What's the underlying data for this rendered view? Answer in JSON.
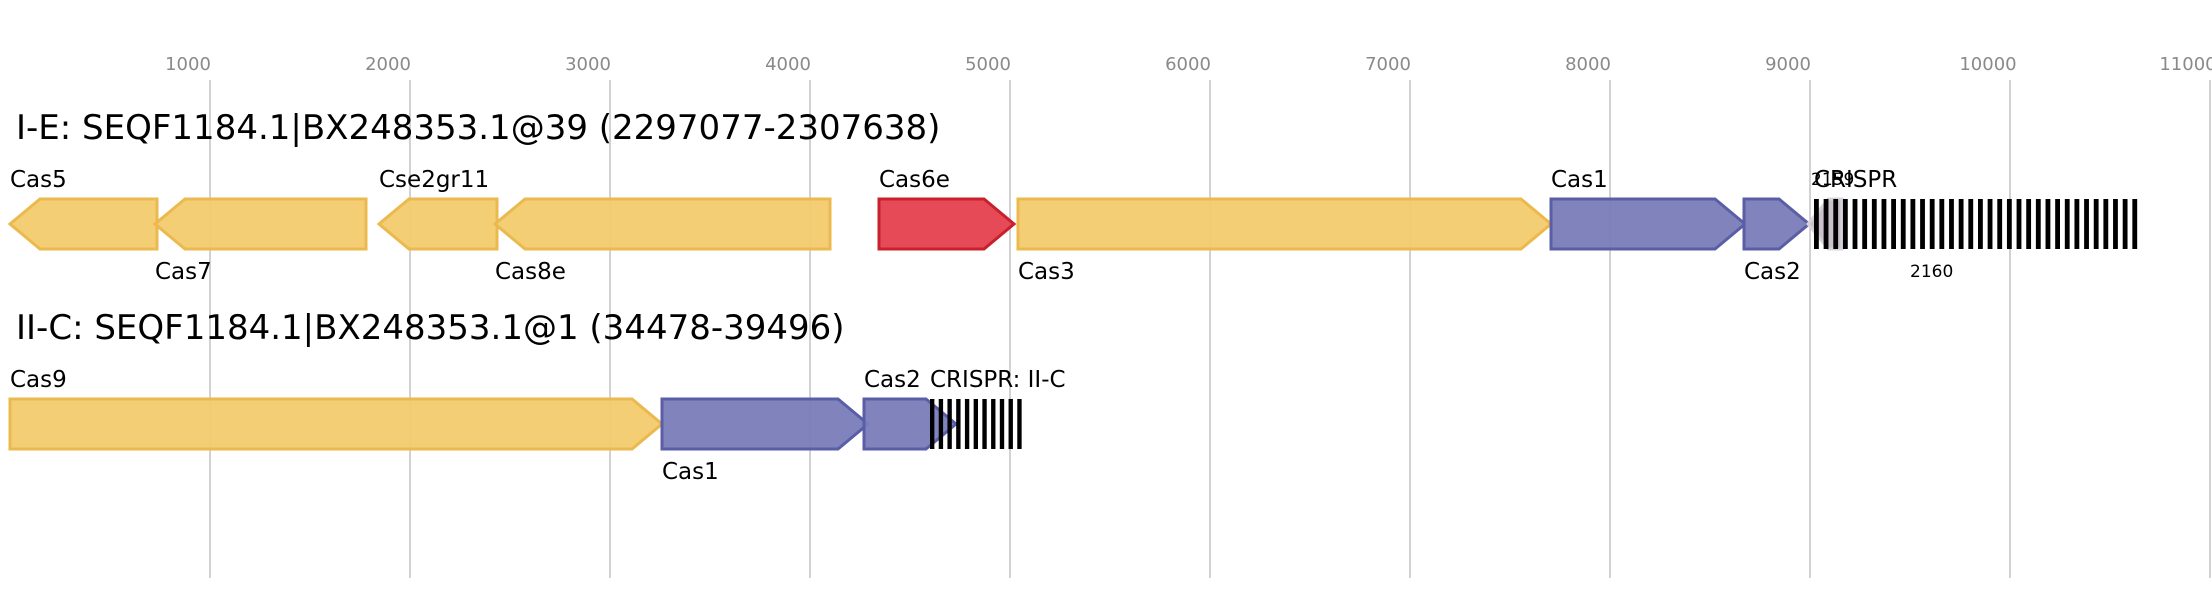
{
  "scale": {
    "ticks": [
      "1000",
      "2000",
      "3000",
      "4000",
      "5000",
      "6000",
      "7000",
      "8000",
      "9000",
      "10000",
      "11000"
    ]
  },
  "loci": [
    {
      "title": "I-E: SEQF1184.1|BX248353.1@39 (2297077-2307638)",
      "genes": [
        {
          "label": "Cas5",
          "start": 0,
          "end": 735,
          "strand": "-",
          "color": "#f2cb6e",
          "stroke": "#ebb94e",
          "label_pos": "top"
        },
        {
          "label": "Cas7",
          "start": 725,
          "end": 1780,
          "strand": "-",
          "color": "#f2cb6e",
          "stroke": "#ebb94e",
          "label_pos": "bottom"
        },
        {
          "label": "Cse2gr11",
          "start": 1845,
          "end": 2435,
          "strand": "-",
          "color": "#f2cb6e",
          "stroke": "#ebb94e",
          "label_pos": "top"
        },
        {
          "label": "Cas8e",
          "start": 2425,
          "end": 4100,
          "strand": "-",
          "color": "#f2cb6e",
          "stroke": "#ebb94e",
          "label_pos": "bottom"
        },
        {
          "label": "Cas6e",
          "start": 4345,
          "end": 5020,
          "strand": "+",
          "color": "#e5404e",
          "stroke": "#c8202c",
          "label_pos": "top"
        },
        {
          "label": "Cas3",
          "start": 5040,
          "end": 7705,
          "strand": "+",
          "color": "#f2cb6e",
          "stroke": "#ebb94e",
          "label_pos": "bottom"
        },
        {
          "label": "Cas1",
          "start": 7705,
          "end": 8675,
          "strand": "+",
          "color": "#7a7db8",
          "stroke": "#5a5ea6",
          "label_pos": "top"
        },
        {
          "label": "Cas2",
          "start": 8670,
          "end": 8995,
          "strand": "+",
          "color": "#7a7db8",
          "stroke": "#5a5ea6",
          "label_pos": "bottom"
        },
        {
          "label": "",
          "start": 8990,
          "end": 9160,
          "strand": "-",
          "color": "#c6bfc8",
          "stroke": "#d8d2da",
          "label_pos": "none"
        }
      ],
      "small_labels": [
        {
          "text": "2159",
          "pos": 9005,
          "row": "top"
        },
        {
          "text": "2160",
          "pos": 9500,
          "row": "bottom"
        }
      ],
      "crispr": {
        "label": "CRISPR",
        "start": 9020,
        "end": 10660,
        "repeats": 34
      }
    },
    {
      "title": "II-C: SEQF1184.1|BX248353.1@1 (34478-39496)",
      "genes": [
        {
          "label": "Cas9",
          "start": 0,
          "end": 3260,
          "strand": "+",
          "color": "#f2cb6e",
          "stroke": "#ebb94e",
          "label_pos": "top"
        },
        {
          "label": "Cas1",
          "start": 3260,
          "end": 4290,
          "strand": "+",
          "color": "#7a7db8",
          "stroke": "#5a5ea6",
          "label_pos": "bottom"
        },
        {
          "label": "Cas2",
          "start": 4270,
          "end": 4730,
          "strand": "+",
          "color": "#7a7db8",
          "stroke": "#5a5ea6",
          "label_pos": "top"
        }
      ],
      "small_labels": [],
      "crispr": {
        "label": "CRISPR: II-C",
        "start": 4600,
        "end": 5080,
        "repeats": 11
      }
    }
  ]
}
